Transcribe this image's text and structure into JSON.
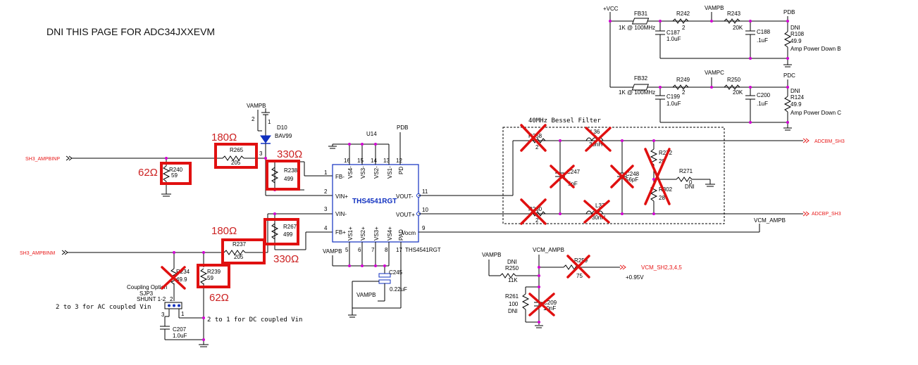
{
  "page_title": "DNI THIS PAGE FOR ADC34JXXEVM",
  "power": {
    "vcc": "+VCC",
    "fb31": "FB31",
    "fb31_val": "1K @ 100MHz",
    "fb32": "FB32",
    "fb32_val": "1K @ 100MHz",
    "r242": "R242",
    "r242_val": "2",
    "r249": "R249",
    "r249_val": "2",
    "r243": "R243",
    "r243_val": "20K",
    "r250b": "R250",
    "r250b_val": "20K",
    "vampb": "VAMPB",
    "vampc": "VAMPC",
    "c187": "C187",
    "c187_val": "1.0uF",
    "c199": "C199",
    "c199_val": "1.0uF",
    "c188": "C188",
    "c188_val": ".1uF",
    "c200": "C200",
    "c200_val": ".1uF",
    "pdb": "PDB",
    "pdc": "PDC",
    "dni": "DNI",
    "r108": "R108",
    "r108_val": "49.9",
    "r124": "R124",
    "r124_val": "49.9",
    "apdb": "Amp Power Down B",
    "apdc": "Amp Power Down C"
  },
  "diode": {
    "ref": "D10",
    "part": "BAV99",
    "net": "VAMPB",
    "p2": "2",
    "p1": "1",
    "p3": "3"
  },
  "amp": {
    "ref": "U14",
    "part": "THS4541RGT",
    "part2": "THS4541RGT",
    "pins_top": [
      "VS4-",
      "VS3-",
      "VS2-",
      "VS1-",
      "PD"
    ],
    "pins_top_num": [
      "16",
      "15",
      "14",
      "13",
      "12"
    ],
    "pins_bot": [
      "VS1+",
      "VS2+",
      "VS3+",
      "VS4+",
      "PAD"
    ],
    "pins_bot_num": [
      "5",
      "6",
      "7",
      "8",
      "17"
    ],
    "pin_fbm": "FB-",
    "pin_vinp": "VIN+",
    "pin_vinm": "VIN-",
    "pin_fbp": "FB+",
    "pin_voutm": "VOUT-",
    "pin_voutp": "VOUT+",
    "pin_vocm": "Vocm",
    "n1": "1",
    "n2": "2",
    "n3": "3",
    "n4": "4",
    "n11": "11",
    "n10": "10",
    "n9": "9",
    "pdb": "PDB",
    "vampb": "VAMPB"
  },
  "inputs": {
    "inp": "SH3_AMPBINP",
    "inm": "SH3_AMPBINM"
  },
  "res": {
    "r265": "R265",
    "r265_val": "205",
    "r240": "R240",
    "r240_val": "59",
    "r238": "R238",
    "r238_val": "499",
    "r267": "R267",
    "r267_val": "499",
    "r237": "R237",
    "r237_val": "205",
    "r239": "R239",
    "r239_val": "59",
    "r234": "R234",
    "r234_val": "49.9",
    "r271": "R271",
    "r271_val": "0",
    "r271_dni": "DNI",
    "r250": "R250",
    "r250_dni": "DNI",
    "r250_val": "11K",
    "r261": "R261",
    "r261_val": "100",
    "r261_dni": "DNI",
    "r259": "R259",
    "r259_val": "75",
    "r272": "R272",
    "r272_val": "28",
    "r302": "R302",
    "r302_val": "28",
    "r258": "R258",
    "r258_val": "2",
    "r260": "R260",
    "r260_val": "2"
  },
  "filter": {
    "title": "40MHz Bessel Filter",
    "l36": "L36",
    "l36_val": "30nH",
    "l37": "L37",
    "l37_val": "30nH",
    "c247": "C247",
    "c247_val": "5pF",
    "c248": "C248",
    "c248_val": "56pF"
  },
  "annot": {
    "r180a": "180Ω",
    "r62a": "62Ω",
    "r330a": "330Ω",
    "r180b": "180Ω",
    "r330b": "330Ω",
    "r62b": "62Ω"
  },
  "coupling": {
    "label": "Coupling Option",
    "jumper": "SJP3",
    "shunt": "SHUNT 1-2",
    "ac": "2 to 3 for AC coupled Vin",
    "dc": "2 to 1 for DC coupled Vin",
    "c207": "C207",
    "c207_val": "1.0uF",
    "p1": "1",
    "p2": "2",
    "p3": "3"
  },
  "vcm": {
    "net": "VCM_AMPB",
    "net2": "VCM_AMPB",
    "vampb": "VAMPB",
    "out": "VCM_SH2,3,4,5",
    "note": "+0.95V",
    "c209": "C209",
    "c209_val": "10nF",
    "c245": "C245",
    "c245_val": "0.22uF",
    "c245_net": "VAMPB"
  },
  "outputs": {
    "adcbm": "ADCBM_SH3",
    "adcbp": "ADCBP_SH3"
  }
}
